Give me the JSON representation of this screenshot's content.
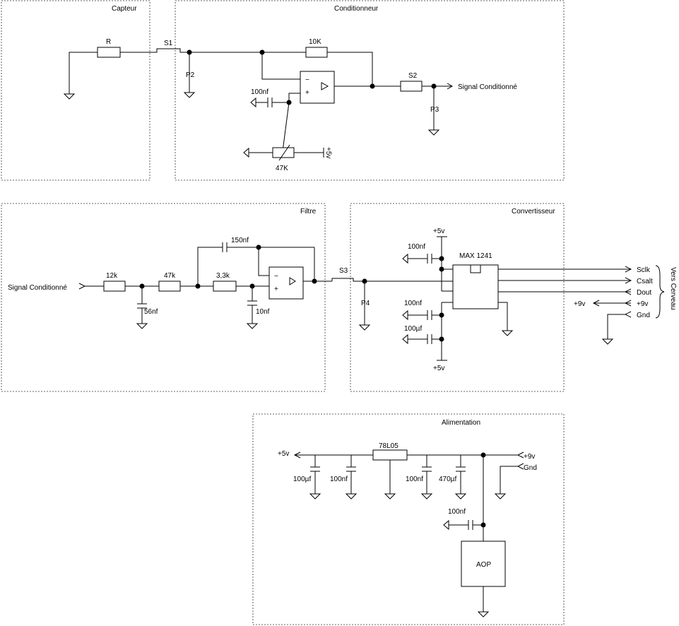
{
  "sections": {
    "capteur": "Capteur",
    "conditionneur": "Conditionneur",
    "filtre": "Filtre",
    "convertisseur": "Convertisseur",
    "alimentation": "Alimentation"
  },
  "capteur": {
    "r": "R",
    "s1": "S1"
  },
  "conditionneur": {
    "r_10k": "10K",
    "p2": "P2",
    "c_100nf": "100nf",
    "s2": "S2",
    "out": "Signal Conditionné",
    "p3": "P3",
    "pot_47k": "47K",
    "plus5v": "+5v"
  },
  "filtre": {
    "in": "Signal Conditionné",
    "r_12k": "12k",
    "c_56nf": "56nf",
    "r_47k": "47k",
    "r_3_3k": "3,3k",
    "c_10nf": "10nf",
    "c_150nf": "150nf",
    "s3": "S3"
  },
  "convertisseur": {
    "plus5v_top": "+5v",
    "c_100nf_top": "100nf",
    "chip": "MAX 1241",
    "p4": "P4",
    "c_100nf_mid": "100nf",
    "c_100uf": "100µf",
    "plus5v_bot": "+5v",
    "signals": [
      "Sclk",
      "Csalt",
      "Dout",
      "+9v",
      "Gnd"
    ],
    "vers": "Vers Cerveau"
  },
  "alimentation": {
    "plus5v": "+5v",
    "regulator": "78L05",
    "plus9v": "+9v",
    "gnd": "Gnd",
    "c_100uf": "100µf",
    "c_100nf_a": "100nf",
    "c_100nf_b": "100nf",
    "c_470uf": "470µf",
    "c_100nf_aop": "100nf",
    "aop": "AOP"
  },
  "opamp": {
    "minus": "−",
    "plus": "+"
  }
}
